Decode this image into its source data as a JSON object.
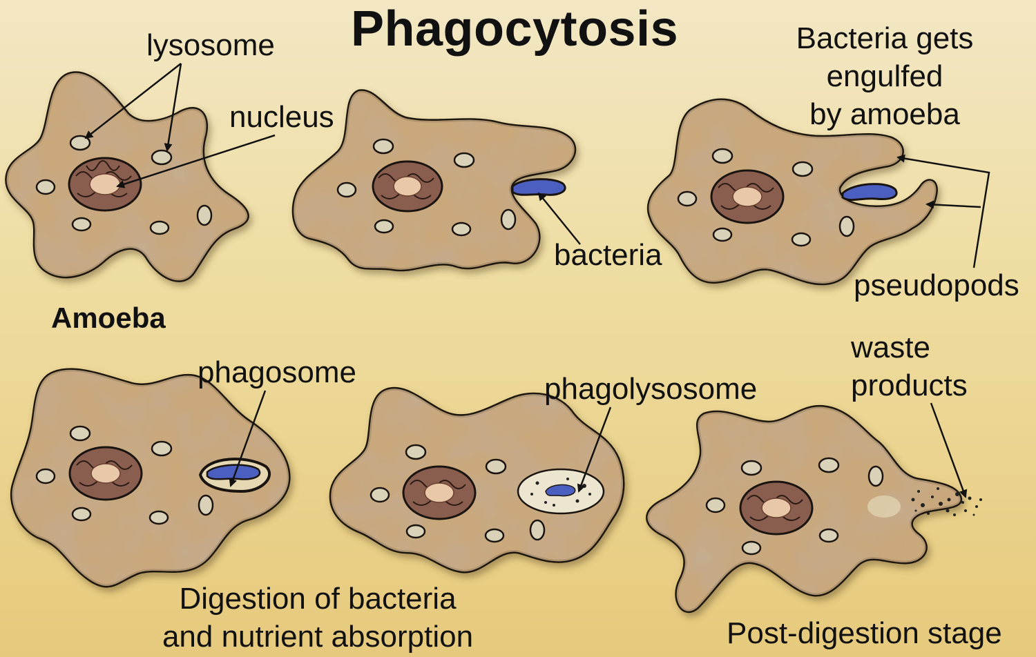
{
  "title": "Phagocytosis",
  "labels": {
    "lysosome": "lysosome",
    "nucleus": "nucleus",
    "amoeba": "Amoeba",
    "bacteria": "bacteria",
    "engulfed_line1": "Bacteria gets",
    "engulfed_line2": "engulfed",
    "engulfed_line3": "by amoeba",
    "pseudopods": "pseudopods",
    "phagosome": "phagosome",
    "phagolysosome": "phagolysosome",
    "waste_line1": "waste",
    "waste_line2": "products",
    "digestion_line1": "Digestion of bacteria",
    "digestion_line2": "and nutrient absorption",
    "post_digestion": "Post-digestion stage"
  },
  "colors": {
    "cell_fill": "#c9a87c",
    "cell_outline": "#1a1410",
    "nucleus_fill": "#8a5e4f",
    "nucleolus_fill": "#e8c8a8",
    "bacteria_fill": "#4b5fc0",
    "lysosome_fill": "#d9d2b8",
    "background_top": "#f3e7c4",
    "background_bottom": "#e6c97c"
  }
}
